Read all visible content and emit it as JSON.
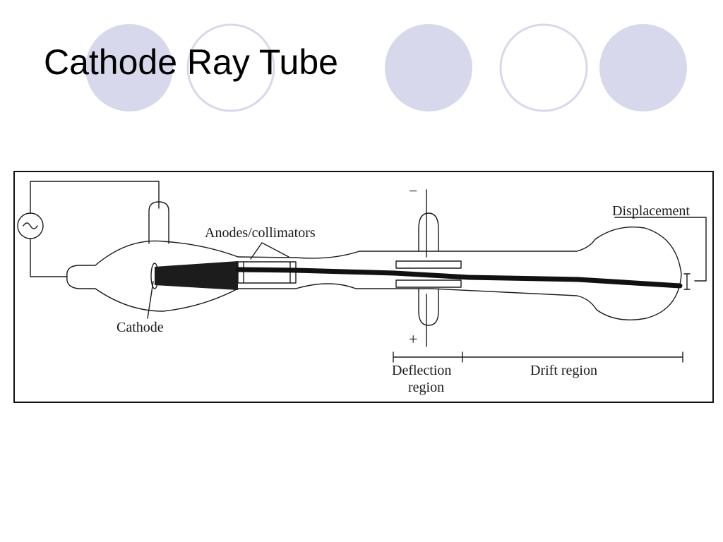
{
  "slide": {
    "title": "Cathode Ray Tube",
    "theme_colors": {
      "circle_fill": "#d8d8ec",
      "circle_outline": "#d8d8ec",
      "frame_border": "#111111",
      "ink": "#1a1a1a"
    }
  },
  "diagram": {
    "labels": {
      "anodes": "Anodes/collimators",
      "cathode": "Cathode",
      "displacement": "Displacement",
      "deflection_line1": "Deflection",
      "deflection_line2": "region",
      "drift": "Drift region",
      "minus": "−",
      "plus": "+"
    },
    "icons": {
      "ac_source": "ac-source-icon"
    }
  }
}
